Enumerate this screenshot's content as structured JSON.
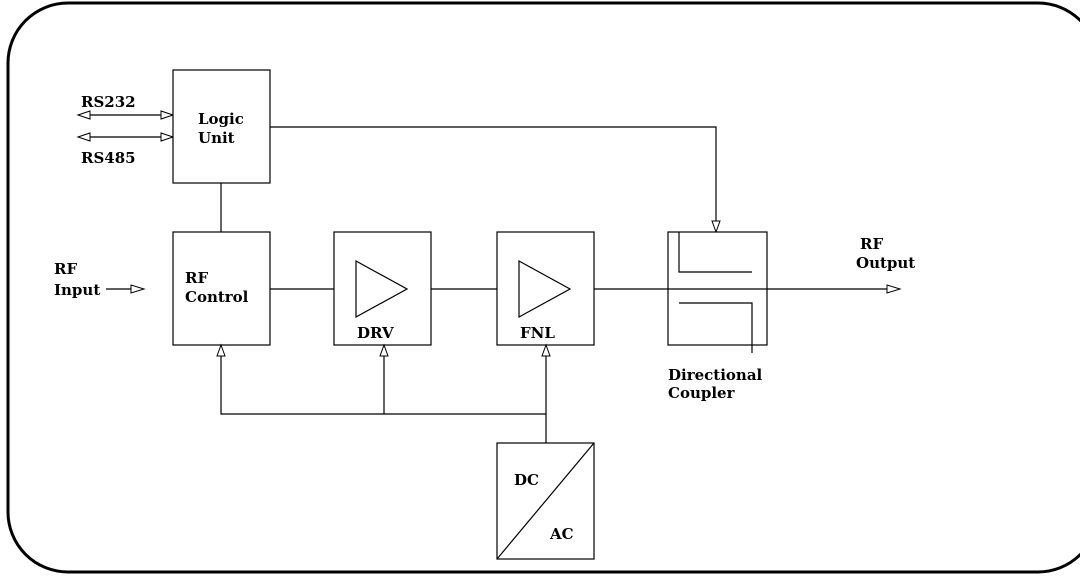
{
  "labels": {
    "rs232": "RS232",
    "rs485": "RS485",
    "logic_unit_line1": "Logic",
    "logic_unit_line2": "Unit",
    "rf_input_line1": "RF",
    "rf_input_line2": "Input",
    "rf_control_line1": "RF",
    "rf_control_line2": "Control",
    "drv": "DRV",
    "fnl": "FNL",
    "rf_output_line1": "RF",
    "rf_output_line2": "Output",
    "coupler_line1": "Directional",
    "coupler_line2": "Coupler",
    "dc": "DC",
    "ac": "AC"
  }
}
